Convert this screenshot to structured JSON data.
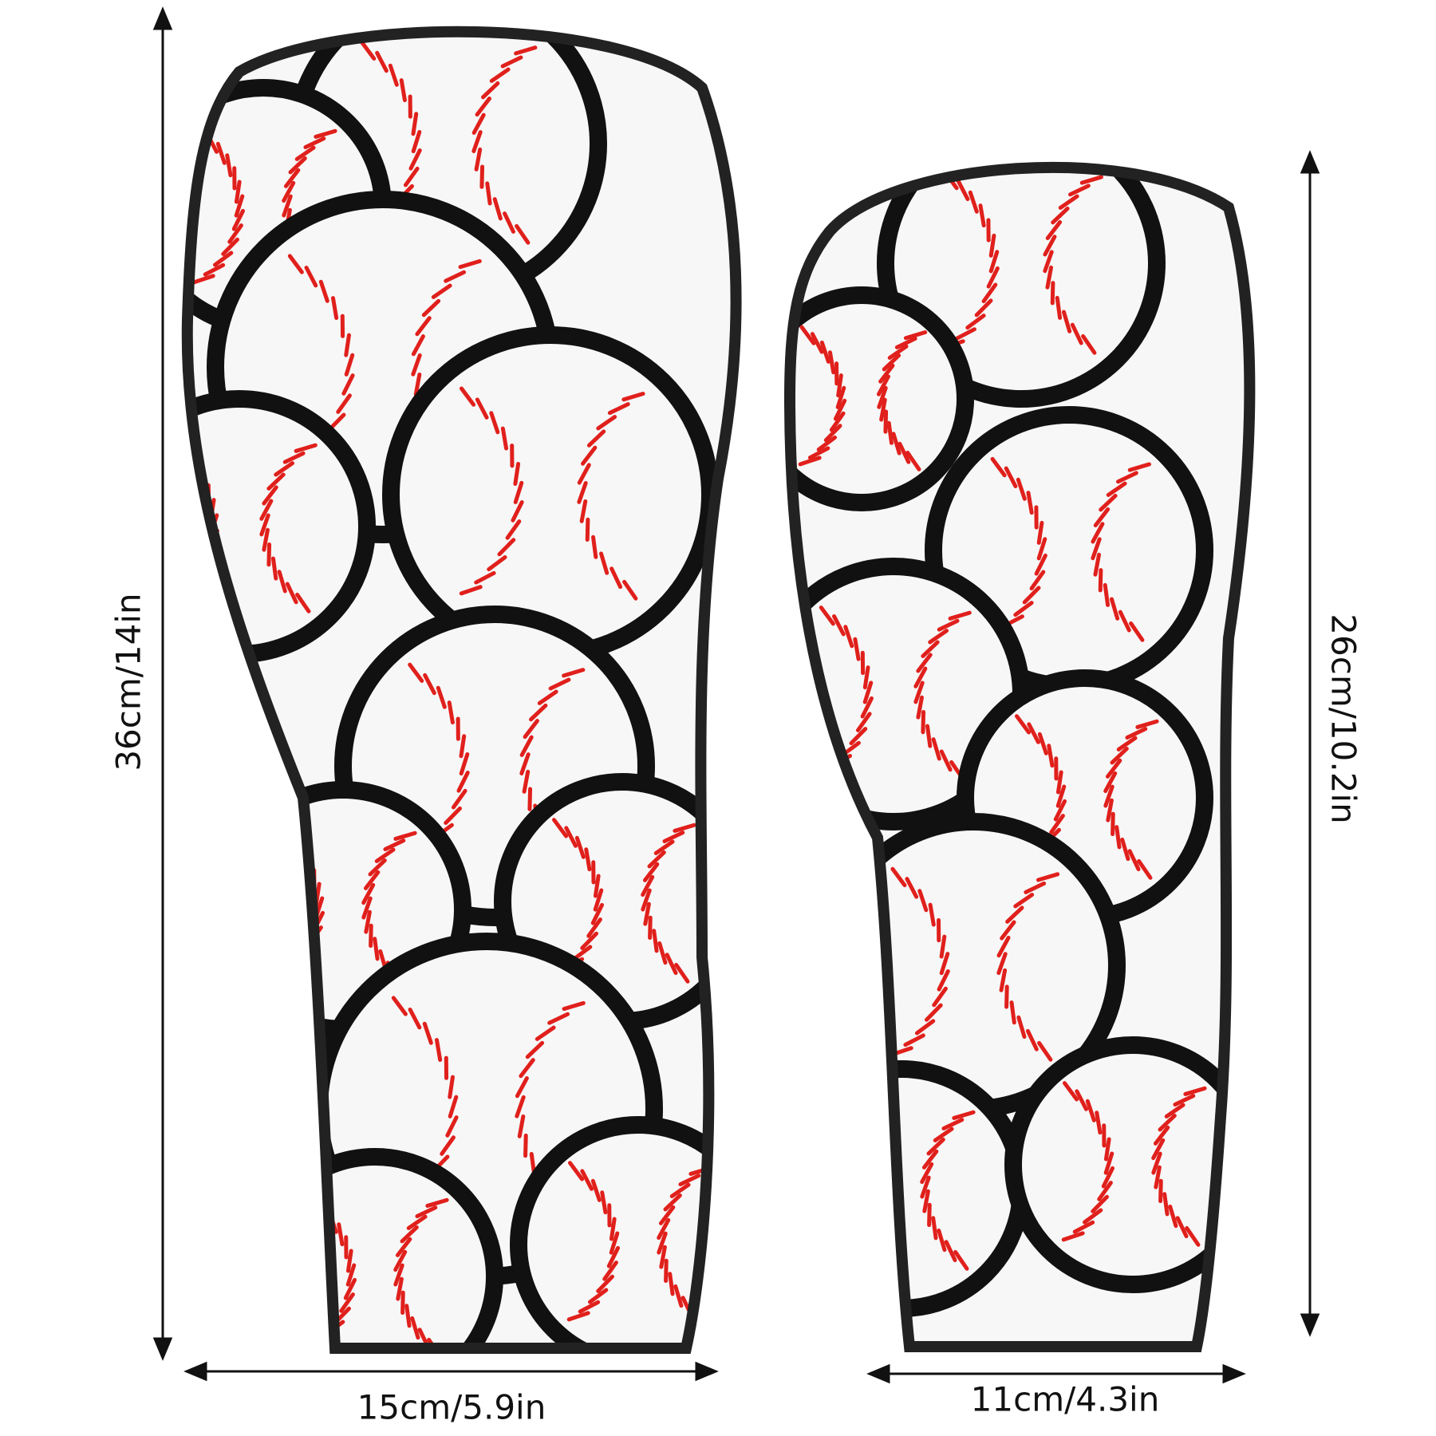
{
  "dimensions": {
    "large_height": "36cm/14in",
    "large_width": "15cm/5.9in",
    "small_height": "26cm/10.2in",
    "small_width": "11cm/4.3in"
  },
  "colors": {
    "stitch": "#e0201c",
    "outline": "#111111",
    "leather": "#f7f7f7"
  }
}
